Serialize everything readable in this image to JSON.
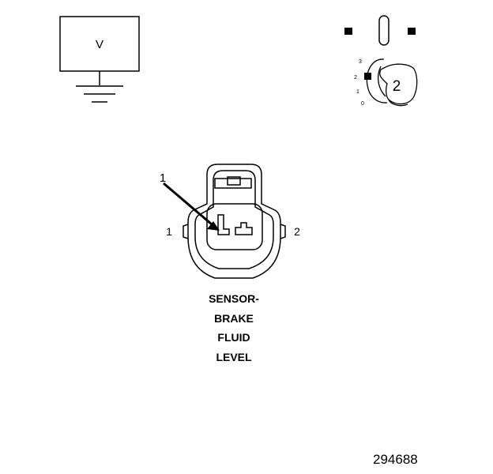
{
  "meter": {
    "label": "V"
  },
  "switch": {
    "positions": [
      "3",
      "2",
      "1",
      "0"
    ],
    "selected": "2"
  },
  "connector": {
    "callout": "1",
    "pin_left": "1",
    "pin_right": "2"
  },
  "caption": [
    "SENSOR-",
    "BRAKE",
    "FLUID",
    "LEVEL"
  ],
  "figure_number": "294688"
}
